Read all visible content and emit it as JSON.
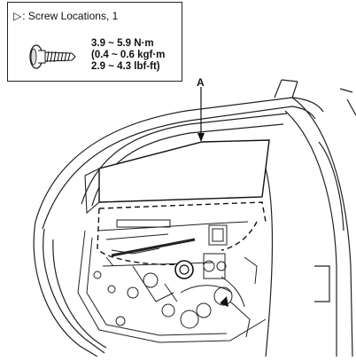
{
  "legend": {
    "symbol": "▷",
    "title": ": Screw Locations, 1",
    "torque_lines": [
      "3.9 ~ 5.9 N·m",
      "(0.4 ~ 0.6 kgf·m",
      "2.9 ~ 4.3 lbf-ft)"
    ]
  },
  "callout": {
    "label": "A"
  }
}
